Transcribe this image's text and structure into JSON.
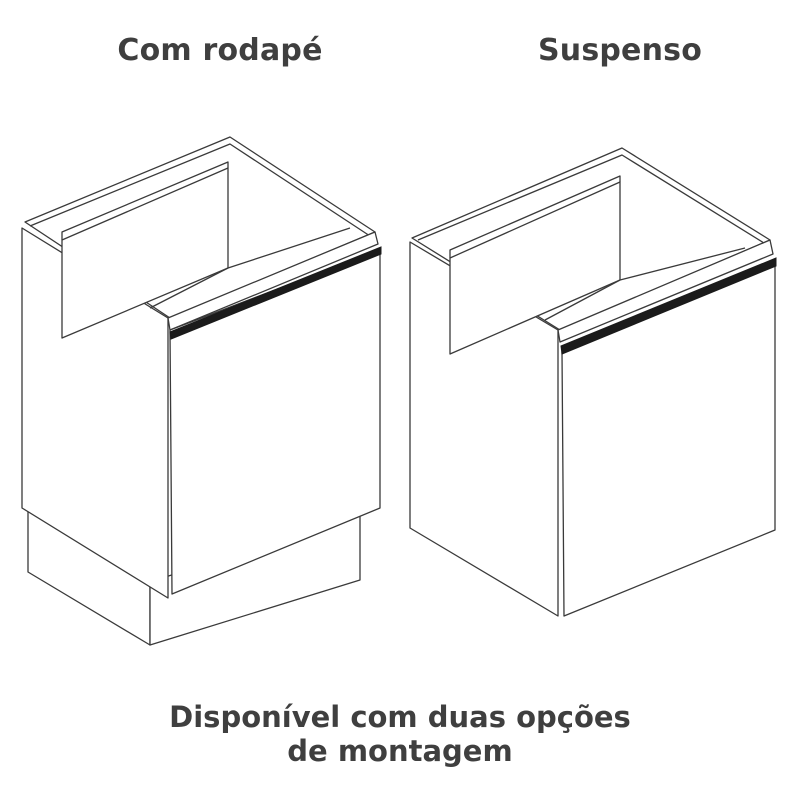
{
  "labels": {
    "left": "Com rodapé",
    "right": "Suspenso"
  },
  "caption": {
    "line1": "Disponível com duas opções",
    "line2": "de montagem"
  },
  "colors": {
    "text": "#3f3f3f",
    "line": "#3a3a3a",
    "handle": "#1b1b1b",
    "background": "#ffffff"
  },
  "illustrations": [
    {
      "name": "cabinet-with-plinth",
      "caption_key": "labels.left"
    },
    {
      "name": "cabinet-suspended",
      "caption_key": "labels.right"
    }
  ]
}
